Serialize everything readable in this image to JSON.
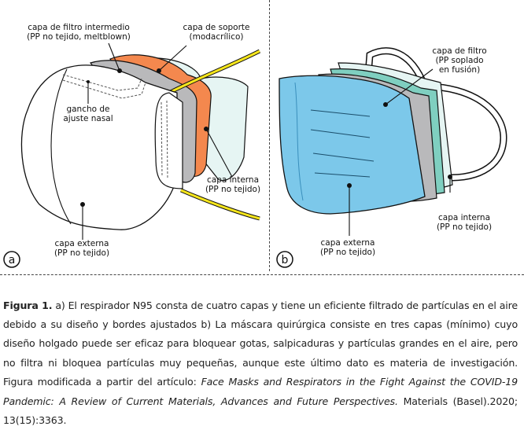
{
  "figure_a": {
    "panel_label": "a",
    "labels": {
      "filtro_intermedio": [
        "capa de filtro intermedio",
        "(PP no tejido, meltblown)"
      ],
      "soporte": [
        "capa de soporte",
        "(modacrílico)"
      ],
      "gancho": [
        "gancho de",
        "ajuste nasal"
      ],
      "interna": [
        "capa interna",
        "(PP no tejido)"
      ],
      "externa": [
        "capa externa",
        "(PP no tejido)"
      ]
    }
  },
  "figure_b": {
    "panel_label": "b",
    "labels": {
      "filtro": [
        "capa de filtro",
        "(PP soplado",
        "en fusión)"
      ],
      "interna": [
        "capa interna",
        "(PP no tejido)"
      ],
      "externa": [
        "capa externa",
        "(PP no tejido)"
      ]
    }
  },
  "colors": {
    "orange": "#f4884e",
    "gray": "#b9b9bb",
    "mint": "#dff3f0",
    "yellow": "#f6e61c",
    "blue": "#7cc8ea",
    "teal": "#7fcfc0"
  },
  "caption": {
    "label": "Figura 1.",
    "text": " a) El respirador N95 consta de cuatro capas y tiene un eficiente filtrado de partículas en el aire debido a su diseño y bordes ajustados b) La máscara quirúrgica consiste en tres capas (mínimo) cuyo diseño holgado puede ser eficaz para bloquear gotas, salpicaduras y partículas grandes en el aire, pero no filtra ni bloquea  partículas muy pequeñas, aunque este último dato es materia de investigación. Figura modificada a partir del artículo: ",
    "article_title": "Face Masks and Respirators in the Fight Against the COVID-19 Pandemic: A Review of Current Materials, Advances and Future Perspectives.",
    "citation": " Materials (Basel).2020; 13(15):3363."
  }
}
